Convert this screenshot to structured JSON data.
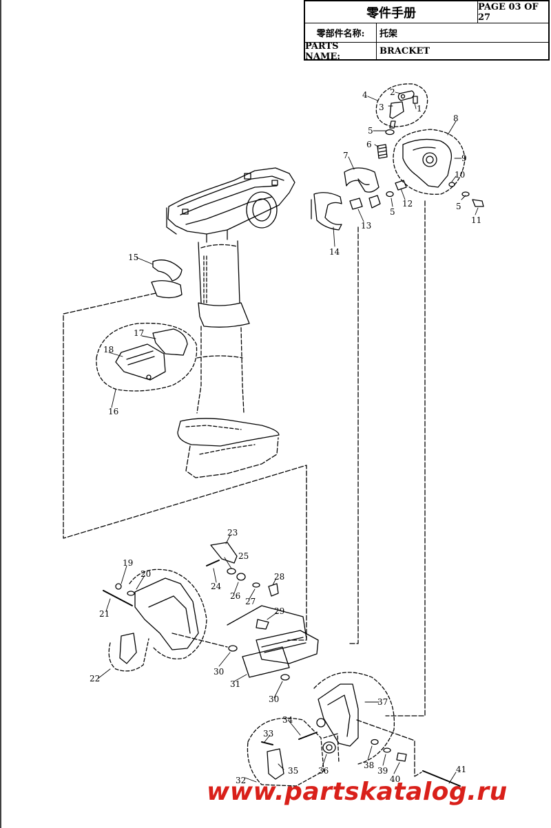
{
  "header": {
    "title_cn": "零件手册",
    "page": "PAGE 03 OF 27",
    "name_label_cn": "零部件名称:",
    "name_value_cn": "托架",
    "name_label_en": "PARTS NAME:",
    "name_value_en": "BRACKET"
  },
  "callouts": [
    "1",
    "2",
    "3",
    "4",
    "5",
    "6",
    "7",
    "8",
    "9",
    "10",
    "11",
    "12",
    "13",
    "14",
    "15",
    "16",
    "17",
    "18",
    "19",
    "20",
    "21",
    "22",
    "23",
    "24",
    "25",
    "26",
    "27",
    "28",
    "29",
    "30",
    "31",
    "32",
    "33",
    "34",
    "35",
    "36",
    "37",
    "38",
    "39",
    "40",
    "41"
  ],
  "callout_extra": {
    "5b": "5",
    "5c": "5",
    "30b": "30"
  },
  "watermark": "www.partskatalog.ru",
  "colors": {
    "line": "#000000",
    "watermark": "#d9201a"
  }
}
